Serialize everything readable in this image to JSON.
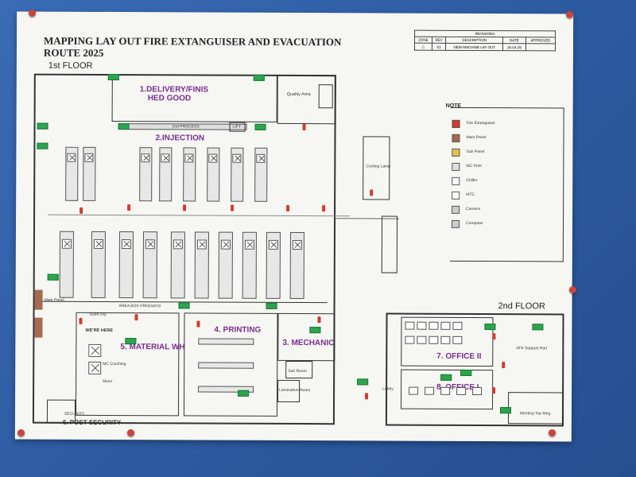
{
  "poster": {
    "title_line1": "MAPPING LAY OUT FIRE EXTANGUISER AND EVACUATION",
    "title_line2": "ROUTE 2025",
    "floor_1": "1st FLOOR",
    "floor_2": "2nd FLOOR"
  },
  "revisions": {
    "header": "REVISIONS",
    "col_zone": "ZONE",
    "col_rev": "REV",
    "col_desc": "DESCRIPTION",
    "col_date": "DATE",
    "col_approved": "APPROVED",
    "row_rev": "01",
    "row_desc": "NEW MACHINE LAY OUT",
    "row_date": "15-04-25"
  },
  "areas": {
    "delivery": "1.DELIVERY/FINIS",
    "delivery2": "HED GOOD",
    "injection": "2.INJECTION",
    "mechanic": "3. MECHANIC",
    "printing": "4. PRINTING",
    "material": "5. MATERIAL WH",
    "security": "6. POST SECURITY",
    "office2": "7. OFFICE II",
    "office1": "8. OFFICE I",
    "quality": "Quality Area",
    "cooling": "Cooling Lamp",
    "lift": "LIFT",
    "were_here": "WE'RE HERE",
    "sub_room": "Sub Room",
    "main_panel": "Main Panel",
    "lamination": "Lamination Room",
    "area_box": "AREA BOX PRODUKSI",
    "process": "2nd PROCESS",
    "lobby": "Lobby",
    "meeting": "Meeting Top Mng",
    "atk": "ATK Support Part",
    "mc_crushing": "MC Crushing",
    "mixer": "Mixer",
    "oven": "Oven Dry",
    "security_small": "SECURITY"
  },
  "note": {
    "title": "NOTE",
    "items": [
      "Fire Extanguiser",
      "Main Panel",
      "Sub Panel",
      "MC Print",
      "Chiller",
      "MTC",
      "Camera",
      "Computer"
    ]
  },
  "colors": {
    "background": "#2f5fa8",
    "paper": "#f6f6f3",
    "label": "#7b2d8e",
    "exit": "#2ea44f",
    "extinguisher": "#d43a2f"
  }
}
